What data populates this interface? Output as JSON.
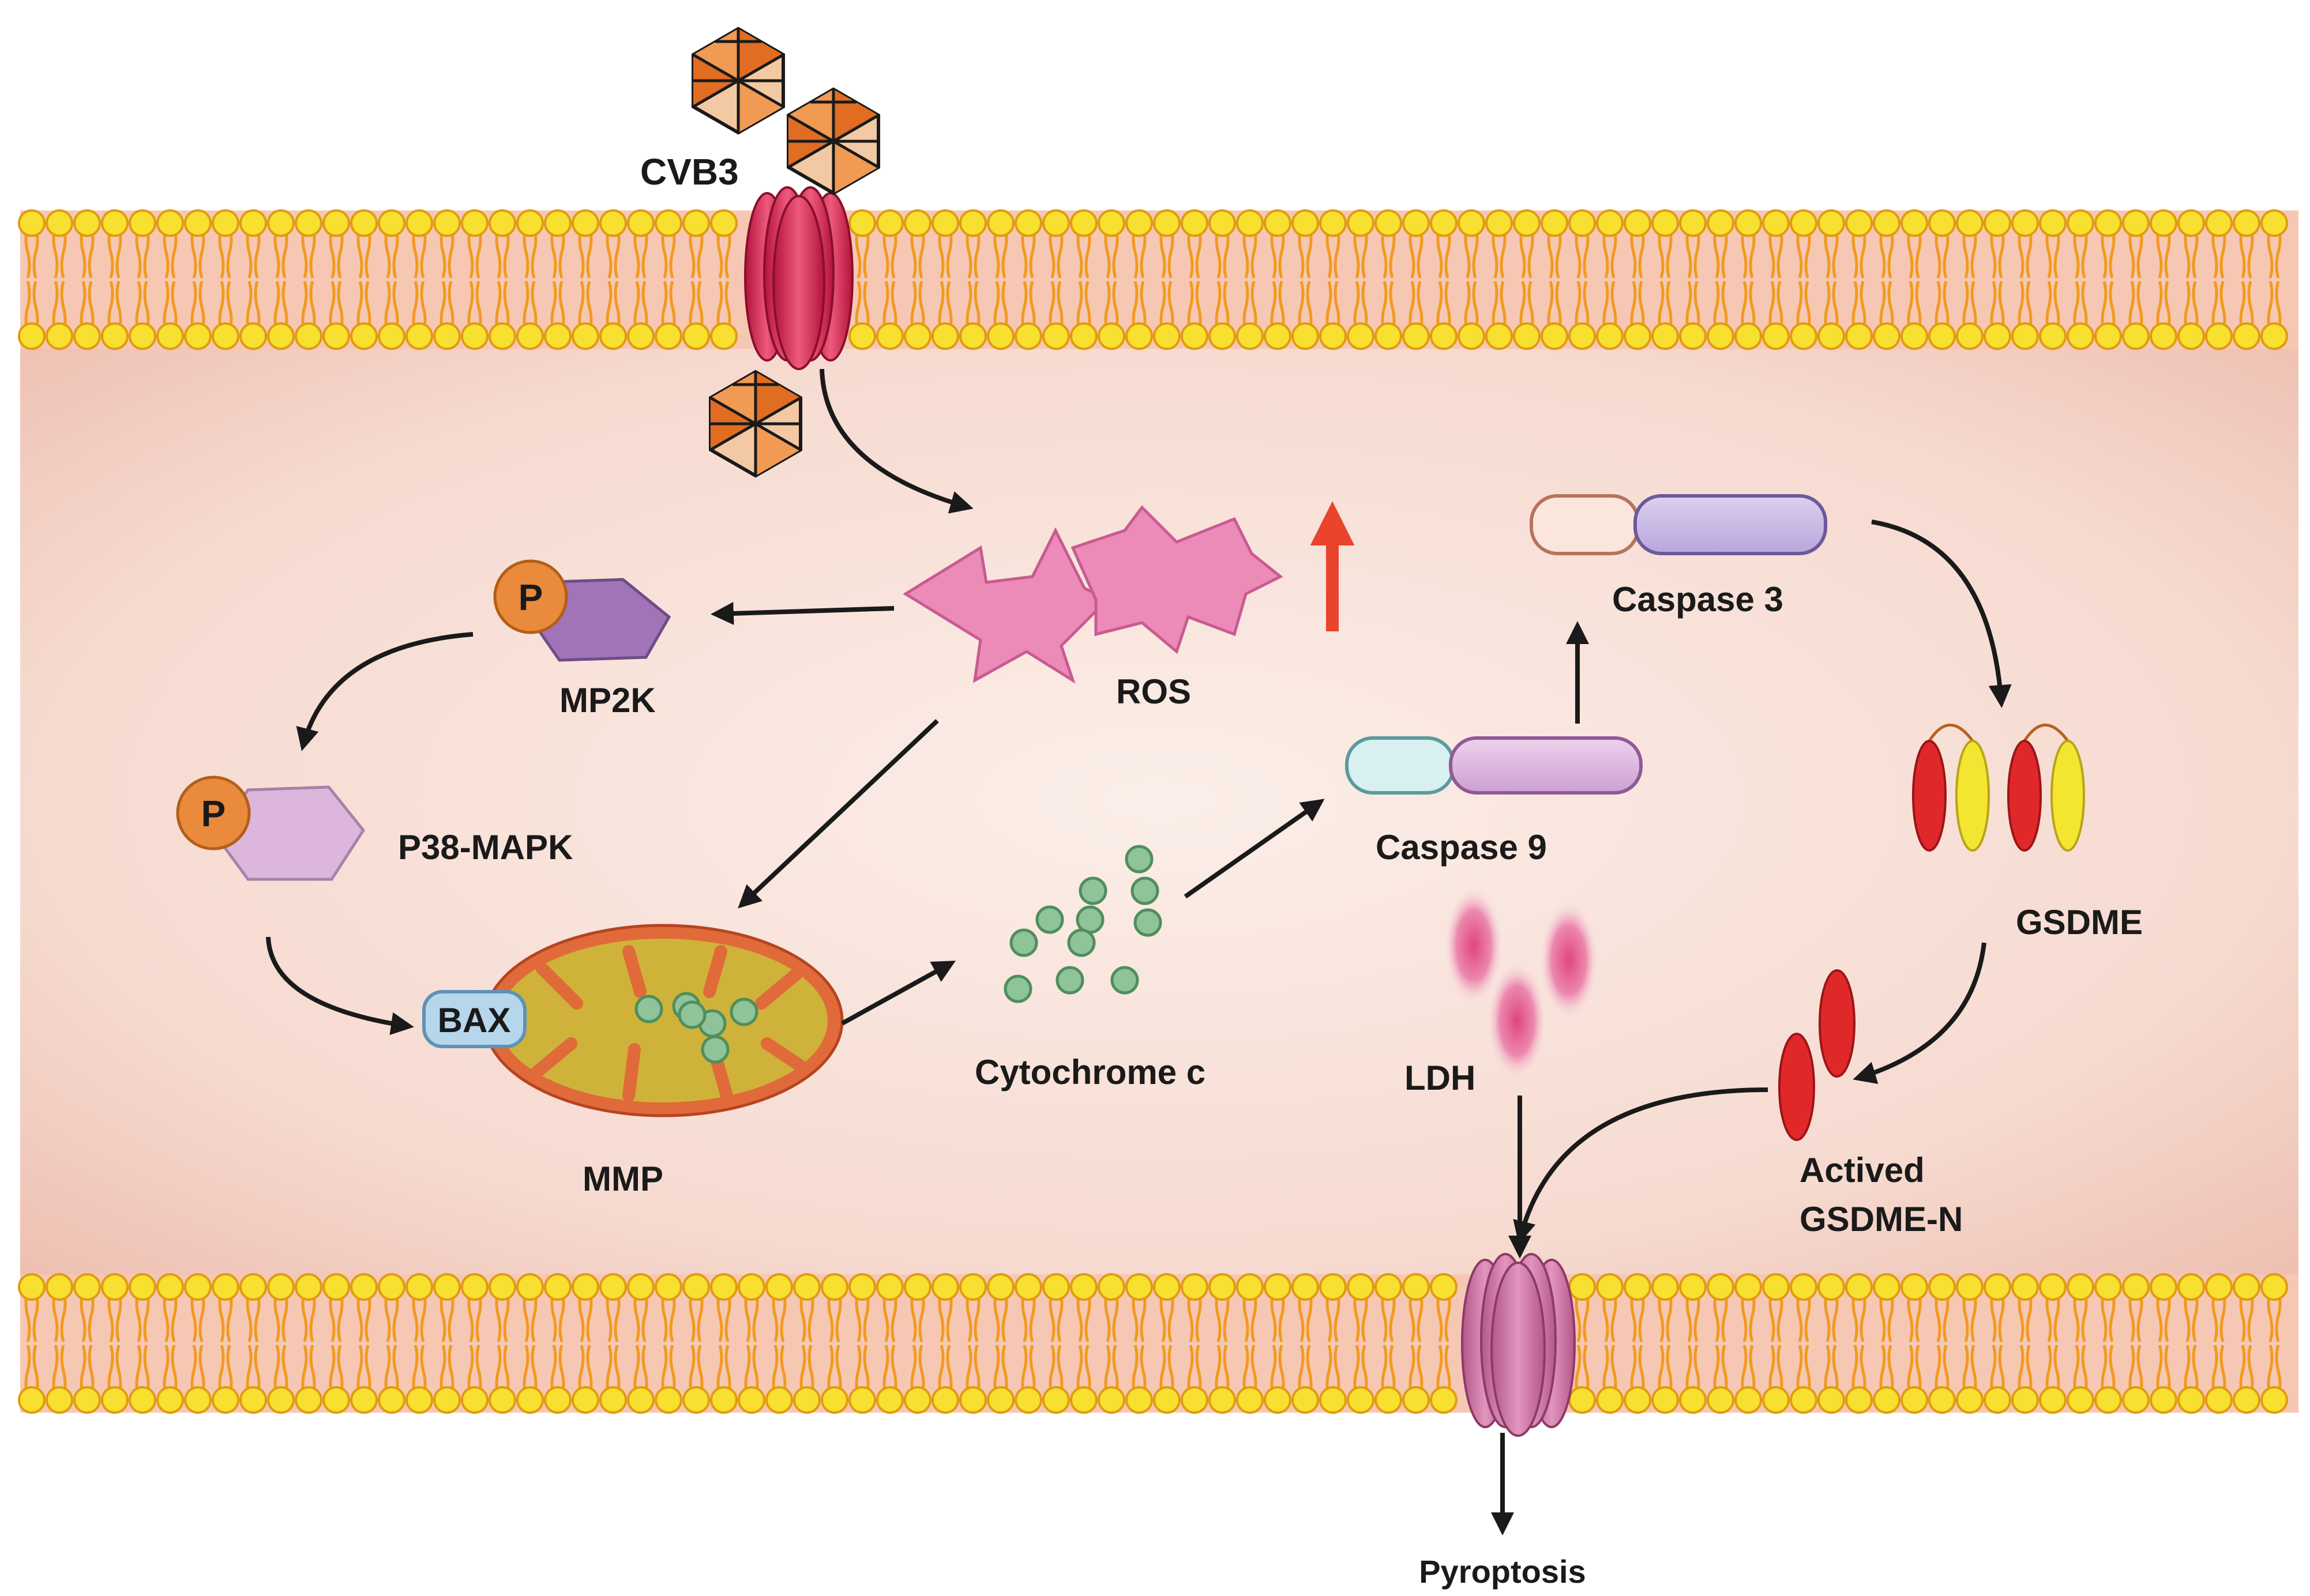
{
  "labels": {
    "cvb3": "CVB3",
    "ros": "ROS",
    "mp2k": "MP2K",
    "p38": "P38-MAPK",
    "mmp": "MMP",
    "bax": "BAX",
    "cytochrome": "Cytochrome c",
    "caspase9": "Caspase 9",
    "caspase3": "Caspase 3",
    "gsdme": "GSDME",
    "ldh": "LDH",
    "actived_line1": "Actived",
    "actived_line2": "GSDME-N",
    "pyroptosis": "Pyroptosis",
    "phospho": "P"
  },
  "colors": {
    "cytoplasm": "#f6dcd2",
    "membrane_head": "#f7e030",
    "membrane_tail": "#f19a1e",
    "virus": "#e77a2c",
    "channel": "#d81f4a",
    "pore": "#c9669a",
    "ros": "#e884b4",
    "arrow_up": "#e8452c",
    "phospho": "#ea8a3c",
    "kinase_mp2k": "#a173b7",
    "kinase_p38": "#dcb6dc",
    "mito_outer": "#e06a3a",
    "mito_inner": "#cfb23a",
    "cytc": "#8fc39a",
    "gsdme_red": "#e0282a",
    "gsdme_yellow": "#f4e531",
    "ldh": "#e04a86"
  }
}
